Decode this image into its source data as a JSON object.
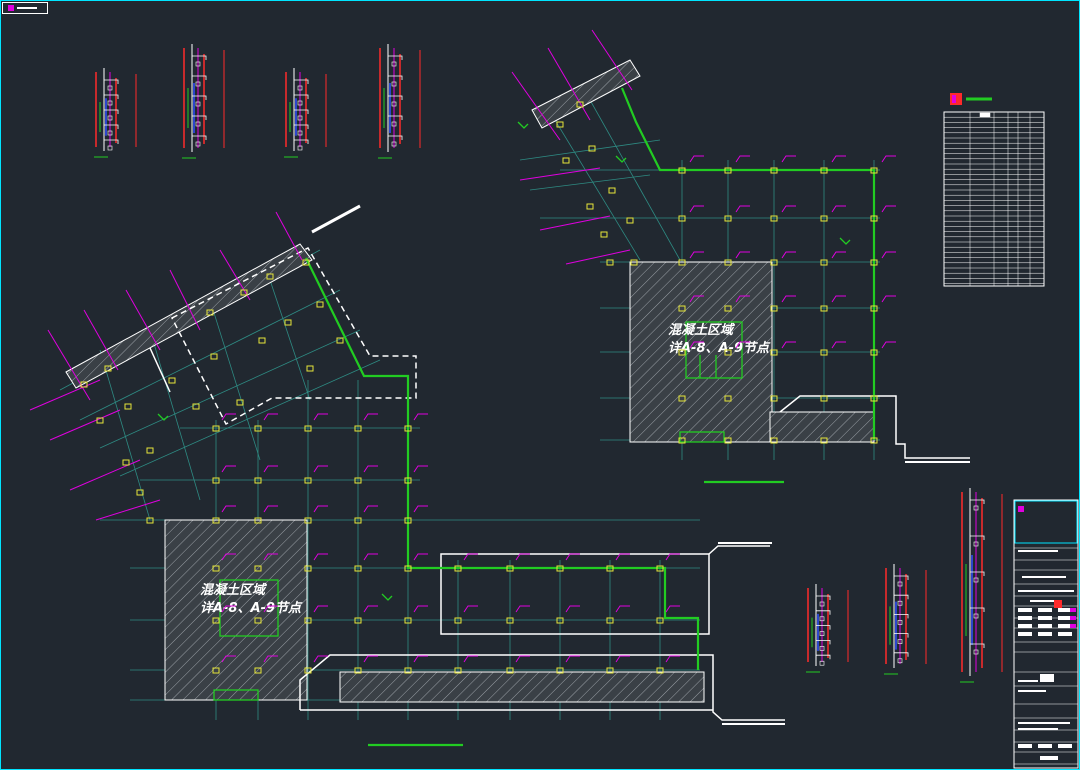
{
  "labels": {
    "fill_zone_note_a": "混凝土区域",
    "fill_zone_detail_a": "详A-8、A-9节点",
    "fill_zone_note_b": "混凝土区域",
    "fill_zone_detail_b": "详A-8、A-9节点"
  },
  "colors": {
    "background": "#212830",
    "frame": "#00e5ff",
    "grid": "#2e8b83",
    "magenta": "#e000e0",
    "yellow": "#e6e63a",
    "green": "#22cc22",
    "white": "#ffffff",
    "red": "#ff2a2a",
    "blue": "#3050ff"
  }
}
